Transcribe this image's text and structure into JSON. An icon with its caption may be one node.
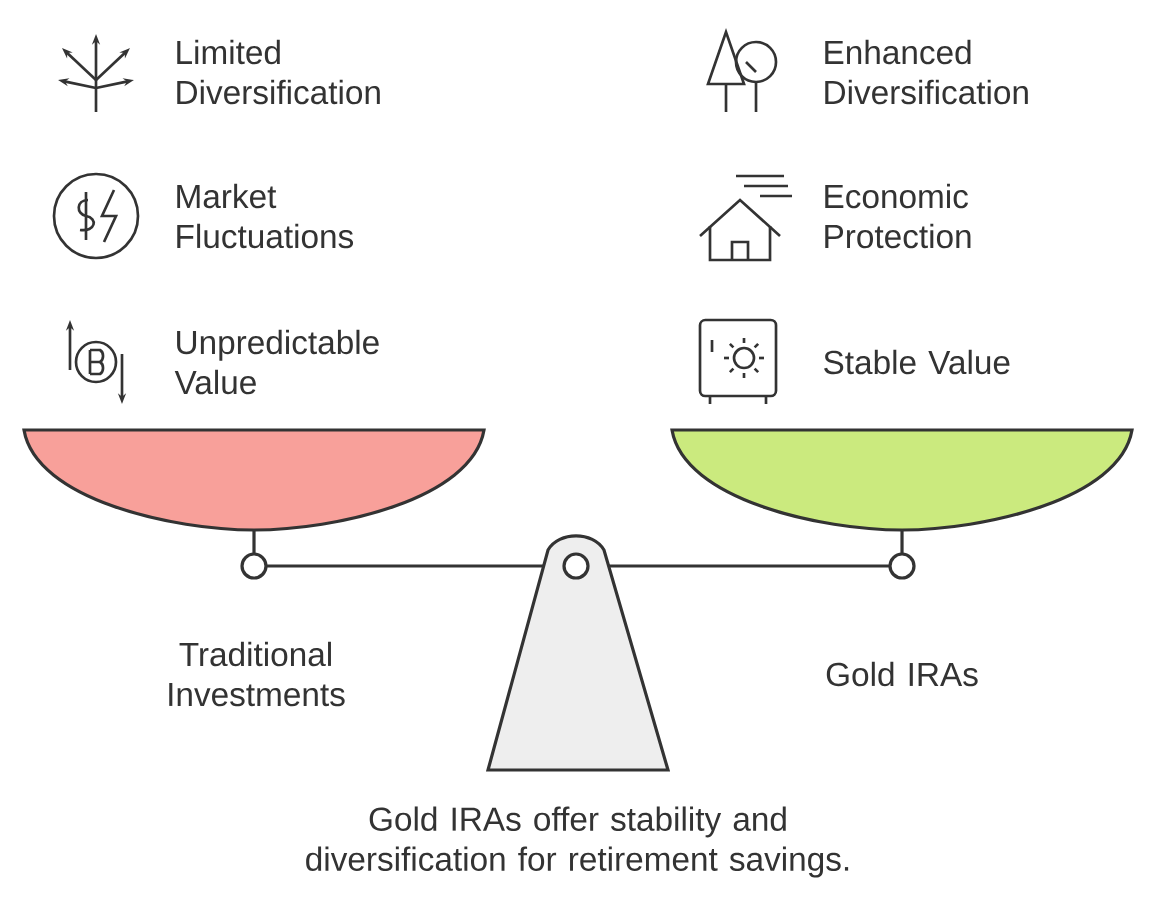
{
  "diagram": {
    "caption": "Gold IRAs offer stability and diversification for retirement savings.",
    "labels": [
      "Limited Diversification",
      "Enhanced Diversification",
      "Market Fluctuations",
      "Economic Protection",
      "Unpredictable Value",
      "Stable Value",
      "Traditional Investments",
      "Gold IRAs"
    ]
  }
}
